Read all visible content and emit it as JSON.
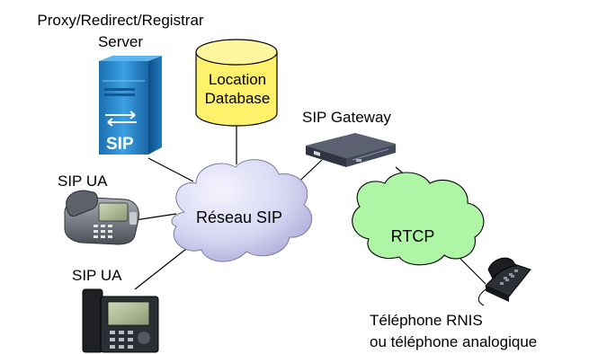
{
  "diagram": {
    "labels": {
      "server_line1": "Proxy/Redirect/Registrar",
      "server_line2": "Server",
      "location_db_line1": "Location",
      "location_db_line2": "Database",
      "sip_gateway": "SIP Gateway",
      "sip_ua_top": "SIP UA",
      "sip_ua_bottom": "SIP UA",
      "reseau_sip": "Réseau SIP",
      "rtcp": "RTCP",
      "phone_line1": "Téléphone RNIS",
      "phone_line2": "ou téléphone analogique",
      "server_icon_text": "SIP"
    },
    "colors": {
      "server_blue": "#2a8fd6",
      "database_yellow": "#fff26a",
      "cloud_lavender": "#dcdcf4",
      "cloud_green": "#aef5a6",
      "gateway_dark": "#2f3440",
      "line": "#000000"
    },
    "icons": [
      "sip-server-icon",
      "database-icon",
      "gateway-icon",
      "ip-phone-icon",
      "desk-phone-icon",
      "isdn-phone-icon"
    ]
  }
}
